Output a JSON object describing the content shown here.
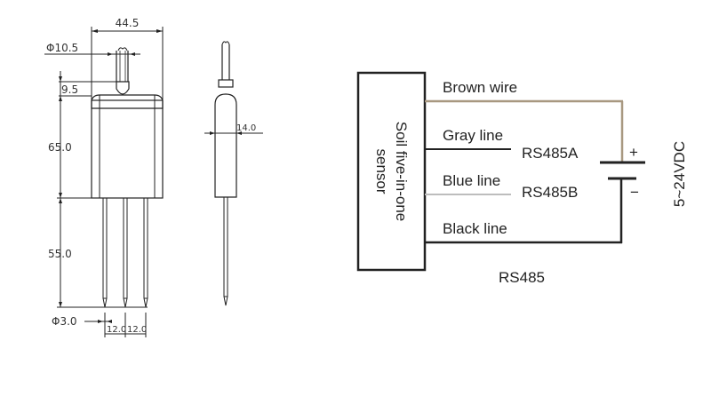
{
  "drawing": {
    "dimensions": {
      "width_total": "44.5",
      "cable_diameter": "Φ10.5",
      "cable_height": "9.5",
      "body_height": "65.0",
      "probe_length": "55.0",
      "probe_diameter": "Φ3.0",
      "probe_spacing_1": "12.0",
      "probe_spacing_2": "12.0",
      "side_thickness": "14.0"
    }
  },
  "wiring": {
    "sensor_label_line1": "Soil five-in-one",
    "sensor_label_line2": "sensor",
    "wires": [
      {
        "label": "Brown wire",
        "color": "#a89880"
      },
      {
        "label": "Gray line",
        "signal": "RS485A",
        "color": "#222222"
      },
      {
        "label": "Blue line",
        "signal": "RS485B",
        "color": "#bdbdbd"
      },
      {
        "label": "Black line",
        "color": "#222222"
      }
    ],
    "plus": "+",
    "minus": "−",
    "supply": "5~24VDC",
    "caption": "RS485"
  }
}
